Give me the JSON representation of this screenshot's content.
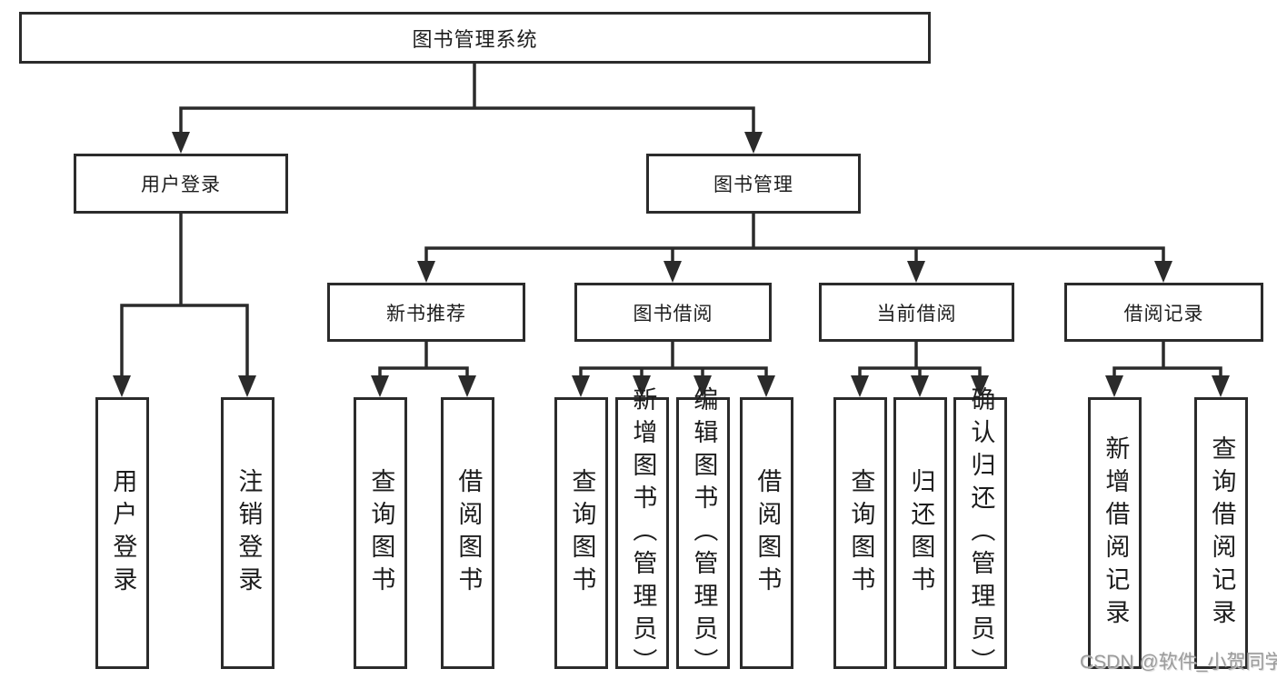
{
  "watermark": "CSDN @软件_小贺同学",
  "colors": {
    "line": "#2b2b2b",
    "text": "#1d1d1d",
    "watermark": "#9b9b9b",
    "background": "#ffffff"
  },
  "tree": {
    "label": "图书管理系统",
    "children": [
      {
        "label": "用户登录",
        "children": [
          {
            "label": "用户登录"
          },
          {
            "label": "注销登录"
          }
        ]
      },
      {
        "label": "图书管理",
        "children": [
          {
            "label": "新书推荐",
            "children": [
              {
                "label": "查询图书"
              },
              {
                "label": "借阅图书"
              }
            ]
          },
          {
            "label": "图书借阅",
            "children": [
              {
                "label": "查询图书"
              },
              {
                "label": "新增图书（管理员）"
              },
              {
                "label": "编辑图书（管理员）"
              },
              {
                "label": "借阅图书"
              }
            ]
          },
          {
            "label": "当前借阅",
            "children": [
              {
                "label": "查询图书"
              },
              {
                "label": "归还图书"
              },
              {
                "label": "确认归还（管理员）"
              }
            ]
          },
          {
            "label": "借阅记录",
            "children": [
              {
                "label": "新增借阅记录"
              },
              {
                "label": "查询借阅记录"
              }
            ]
          }
        ]
      }
    ]
  }
}
